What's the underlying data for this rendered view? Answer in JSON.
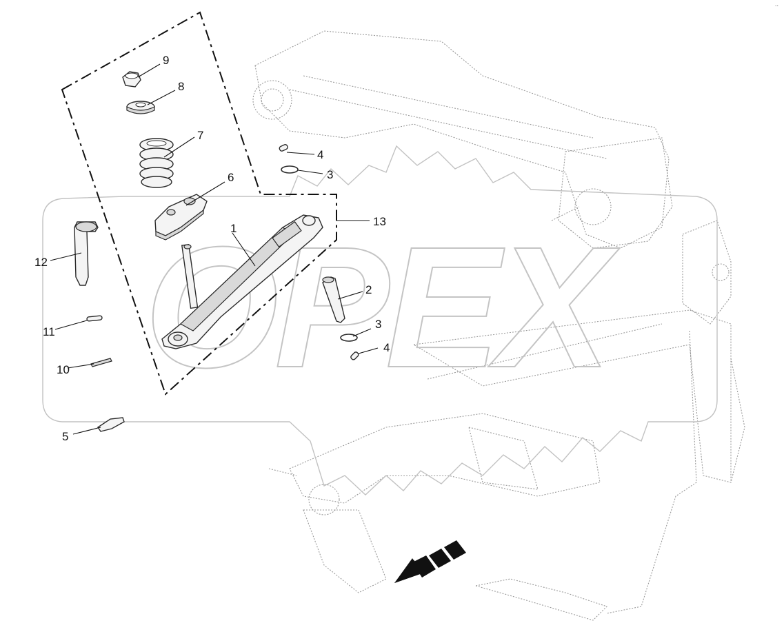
{
  "diagram": {
    "corner_mark": "..",
    "watermark": "OPEX",
    "callouts": [
      "1",
      "2",
      "3",
      "3",
      "4",
      "4",
      "5",
      "6",
      "7",
      "8",
      "9",
      "10",
      "11",
      "12",
      "13"
    ]
  },
  "colors": {
    "line": "#111111",
    "ghost": "#9a9a9a",
    "watermark": "#bdbdbd"
  }
}
